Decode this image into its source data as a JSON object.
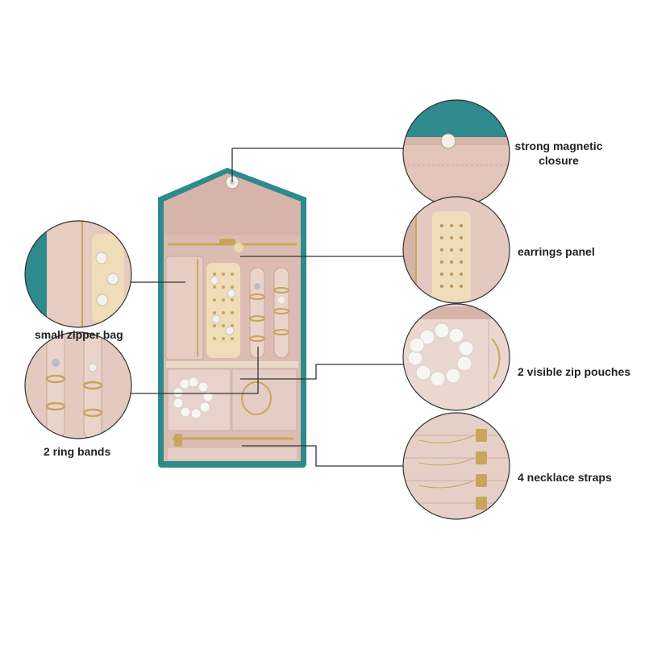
{
  "colors": {
    "teal": "#2e8a8c",
    "pink_lining": "#dcbcb2",
    "pink_light": "#ead3cb",
    "cream_panel": "#efdcb8",
    "gold": "#c9a55a",
    "pearl": "#f4f1ec",
    "leader_line": "#333333"
  },
  "features": {
    "magnetic_closure": {
      "line1": "strong magnetic",
      "line2": "closure",
      "icon": "magnetic-snap"
    },
    "earrings_panel": {
      "label": "earrings panel",
      "icon": "earring-holes-panel"
    },
    "zip_pouches": {
      "label": "2 visible zip pouches",
      "icon": "pearl-bracelet"
    },
    "necklace_straps": {
      "label": "4 necklace straps",
      "icon": "gold-snap-tabs"
    },
    "zipper_bag": {
      "label": "small zipper bag",
      "icon": "zipper-bag"
    },
    "ring_bands": {
      "label": "2 ring bands",
      "icon": "ring-roll"
    }
  }
}
